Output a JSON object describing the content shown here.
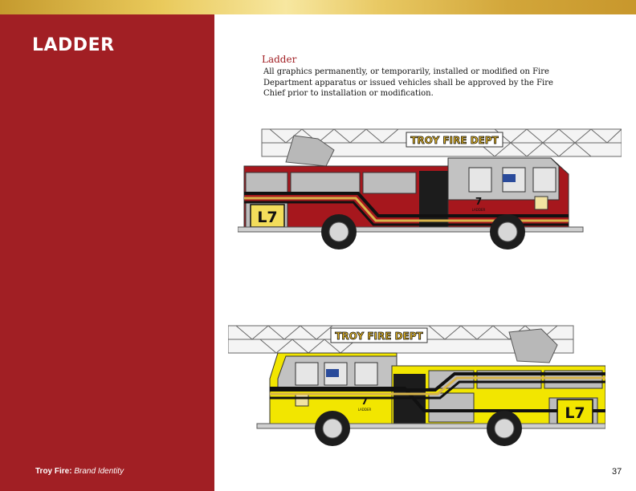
{
  "page": {
    "section_title": "LADDER",
    "footer": {
      "brand": "Troy Fire:",
      "subtitle": "Brand Identity"
    },
    "page_number": "37"
  },
  "content": {
    "heading": "Ladder",
    "body": "All graphics permanently, or temporarily, installed or modified on Fire Department apparatus or issued vehicles shall be approved by the Fire Chief prior to installation or modification."
  },
  "trucks": [
    {
      "name": "red-ladder-truck",
      "ladder_sign": "TROY FIRE DEPT",
      "unit_number": "L7",
      "cab_number": "7",
      "cab_label": "LADDER",
      "body_color": "#a6171d"
    },
    {
      "name": "yellow-ladder-truck",
      "ladder_sign": "TROY FIRE DEPT",
      "unit_number": "L7",
      "cab_number": "7",
      "cab_label": "LADDER",
      "body_color": "#f2e600"
    }
  ],
  "colors": {
    "sidebar": "#a11f24",
    "gold_stripe": "#d8b44a",
    "heading": "#a11f24"
  }
}
